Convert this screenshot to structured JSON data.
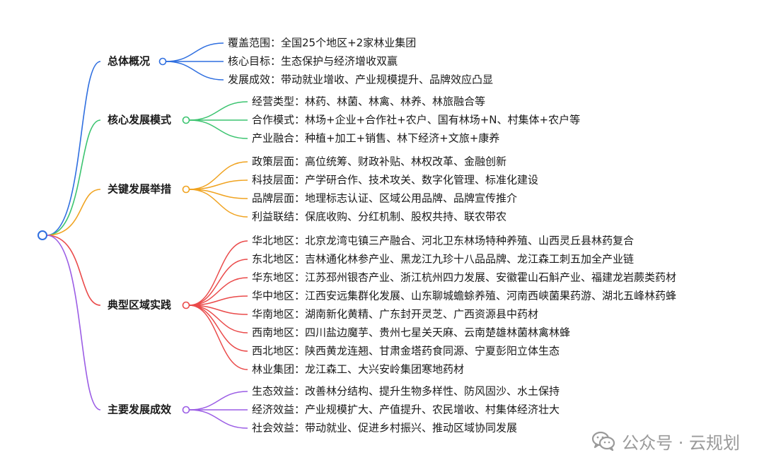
{
  "root": {
    "label": ""
  },
  "branches": [
    {
      "label": "总体概况",
      "color": "#2f6fe0",
      "children": [
        {
          "label": "覆盖范围：全国25个地区+2家林业集团"
        },
        {
          "label": "核心目标：生态保护与经济增收双赢"
        },
        {
          "label": "发展成效：带动就业增收、产业规模提升、品牌效应凸显"
        }
      ]
    },
    {
      "label": "核心发展模式",
      "color": "#3cc470",
      "children": [
        {
          "label": "经营类型：林药、林菌、林禽、林养、林旅融合等"
        },
        {
          "label": "合作模式：林场+企业+合作社+农户、国有林场+N、村集体+农户等"
        },
        {
          "label": "产业融合：种植+加工+销售、林下经济+文旅+康养"
        }
      ]
    },
    {
      "label": "关键发展举措",
      "color": "#f0a320",
      "children": [
        {
          "label": "政策层面：高位统筹、财政补贴、林权改革、金融创新"
        },
        {
          "label": "科技层面：产学研合作、技术攻关、数字化管理、标准化建设"
        },
        {
          "label": "品牌层面：地理标志认证、区域公用品牌、品牌宣传推介"
        },
        {
          "label": "利益联结：保底收购、分红机制、股权共持、联农带农"
        }
      ]
    },
    {
      "label": "典型区域实践",
      "color": "#ea4a4a",
      "children": [
        {
          "label": "华北地区：北京龙湾屯镇三产融合、河北卫东林场特种养殖、山西灵丘县林药复合"
        },
        {
          "label": "东北地区：吉林通化林参产业、黑龙江九珍十八品品牌、龙江森工刺五加全产业链"
        },
        {
          "label": "华东地区：江苏邳州银杏产业、浙江杭州四力发展、安徽霍山石斛产业、福建龙岩蕨类药材"
        },
        {
          "label": "华中地区：江西安远集群化发展、山东聊城蟾蜍养殖、河南西峡菌果药游、湖北五峰林药蜂"
        },
        {
          "label": "华南地区：湖南新化黄精、广东封开灵芝、广西资源县中药材"
        },
        {
          "label": "西南地区：四川盐边魔芋、贵州七星关天麻、云南楚雄林菌林禽林蜂"
        },
        {
          "label": "西北地区：陕西黄龙连翘、甘肃金塔药食同源、宁夏彭阳立体生态"
        },
        {
          "label": "林业集团：龙江森工、大兴安岭集团寒地药材"
        }
      ]
    },
    {
      "label": "主要发展成效",
      "color": "#9b5de5",
      "children": [
        {
          "label": "生态效益：改善林分结构、提升生物多样性、防风固沙、水土保持"
        },
        {
          "label": "经济效益：产业规模扩大、产值提升、农民增收、村集体经济壮大"
        },
        {
          "label": "社会效益：带动就业、促进乡村振兴、推动区域协同发展"
        }
      ]
    }
  ],
  "watermark": {
    "text": "公众号 · 云规划",
    "icon": "wechat-icon"
  }
}
